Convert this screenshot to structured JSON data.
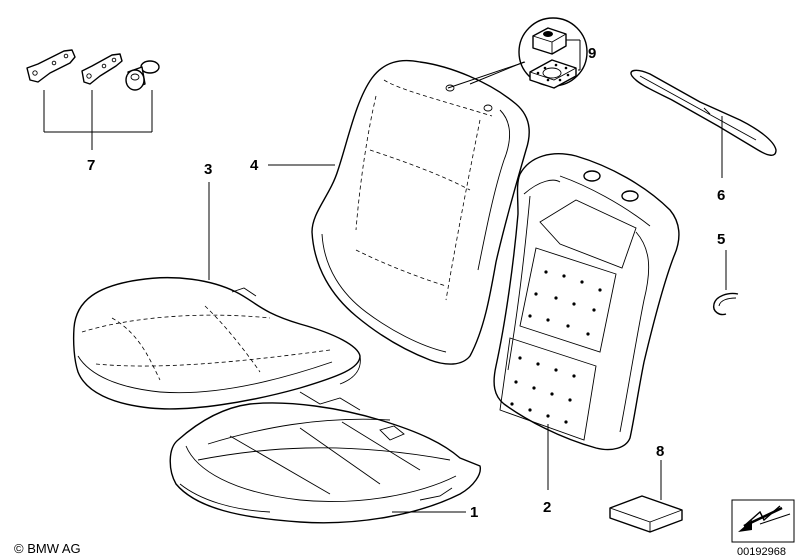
{
  "callouts": {
    "c1": "1",
    "c2": "2",
    "c3": "3",
    "c4": "4",
    "c5": "5",
    "c6": "6",
    "c7": "7",
    "c8": "8",
    "c9": "9"
  },
  "footer": {
    "copyright": "© BMW AG",
    "image_id": "00192968"
  }
}
